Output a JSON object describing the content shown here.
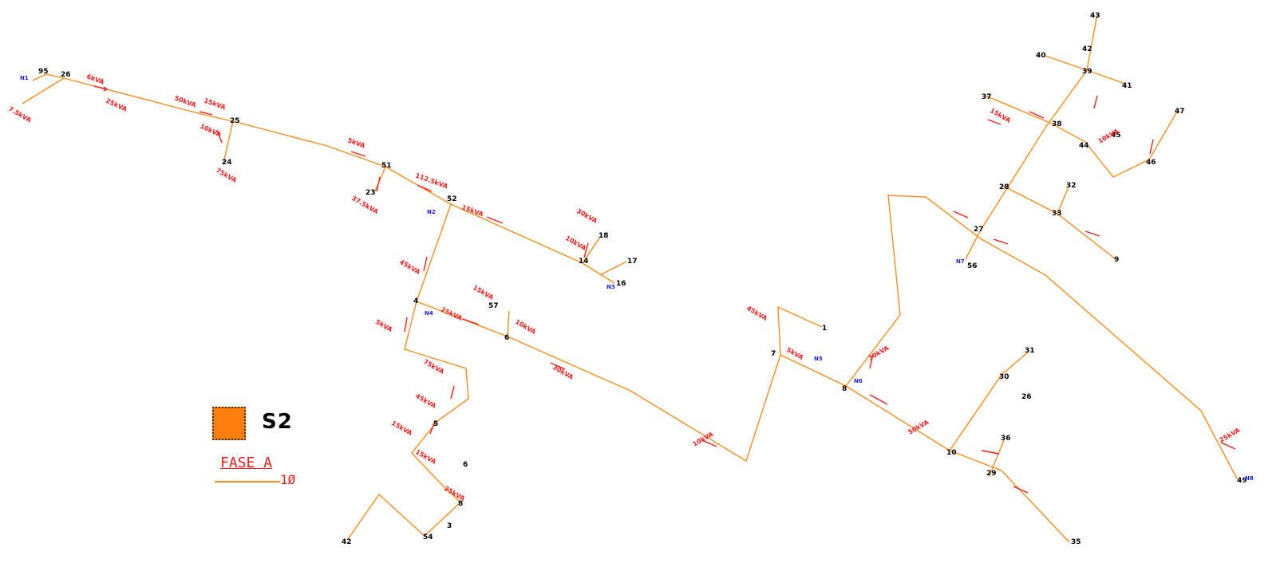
{
  "legend": {
    "symbol_label": "S2",
    "phase_label": "FASE A",
    "phase_count": "1Ø",
    "fill_color": "#ff7f0e"
  },
  "colors": {
    "line": "#ff8c1a",
    "annotation": "#ff1a1a",
    "node": "#000000",
    "tag": "#1a1aff"
  },
  "nodes": [
    {
      "id": "n-a",
      "label": "95"
    },
    {
      "id": "n-b",
      "label": "26"
    },
    {
      "id": "n-c",
      "label": "25"
    },
    {
      "id": "n-d",
      "label": "24"
    },
    {
      "id": "n-e",
      "label": "51"
    },
    {
      "id": "n-f",
      "label": "23"
    },
    {
      "id": "n-g",
      "label": "52"
    },
    {
      "id": "n-h",
      "label": "17"
    },
    {
      "id": "n-i",
      "label": "16"
    },
    {
      "id": "n-j",
      "label": "14"
    },
    {
      "id": "n-k",
      "label": "18"
    },
    {
      "id": "n-l",
      "label": "4"
    },
    {
      "id": "n-m",
      "label": "6"
    },
    {
      "id": "n-n",
      "label": "57"
    },
    {
      "id": "n-o",
      "label": "7"
    },
    {
      "id": "n-p",
      "label": "5"
    },
    {
      "id": "n-q",
      "label": "6"
    },
    {
      "id": "n-r",
      "label": "8"
    },
    {
      "id": "n-s",
      "label": "3"
    },
    {
      "id": "n-t",
      "label": "42"
    },
    {
      "id": "n-u",
      "label": "54"
    },
    {
      "id": "n-v",
      "label": "1"
    },
    {
      "id": "n-w",
      "label": "8"
    },
    {
      "id": "n-x",
      "label": "10"
    },
    {
      "id": "n-y",
      "label": "30"
    },
    {
      "id": "n-z",
      "label": "31"
    },
    {
      "id": "n-aa",
      "label": "36"
    },
    {
      "id": "n-ab",
      "label": "26"
    },
    {
      "id": "n-ac",
      "label": "29"
    },
    {
      "id": "n-ad",
      "label": "35"
    },
    {
      "id": "n-ae",
      "label": "28"
    },
    {
      "id": "n-af",
      "label": "27"
    },
    {
      "id": "n-ag",
      "label": "33"
    },
    {
      "id": "n-ah",
      "label": "32"
    },
    {
      "id": "n-ai",
      "label": "9"
    },
    {
      "id": "n-aj",
      "label": "56"
    },
    {
      "id": "n-ak",
      "label": "49"
    },
    {
      "id": "n-al",
      "label": "37"
    },
    {
      "id": "n-am",
      "label": "38"
    },
    {
      "id": "n-an",
      "label": "39"
    },
    {
      "id": "n-ao",
      "label": "41"
    },
    {
      "id": "n-ap",
      "label": "40"
    },
    {
      "id": "n-aq",
      "label": "42"
    },
    {
      "id": "n-ar",
      "label": "43"
    },
    {
      "id": "n-as",
      "label": "44"
    },
    {
      "id": "n-at",
      "label": "45"
    },
    {
      "id": "n-au",
      "label": "46"
    },
    {
      "id": "n-av",
      "label": "47"
    }
  ],
  "annotations": [
    {
      "id": "a1",
      "label": "7.5kVA"
    },
    {
      "id": "a2",
      "label": "6kVA"
    },
    {
      "id": "a3",
      "label": "25kVA"
    },
    {
      "id": "a4",
      "label": "50kVA"
    },
    {
      "id": "a5",
      "label": "15kVA"
    },
    {
      "id": "a6",
      "label": "10kVA"
    },
    {
      "id": "a7",
      "label": "75kVA"
    },
    {
      "id": "a8",
      "label": "5kVA"
    },
    {
      "id": "a9",
      "label": "37.5kVA"
    },
    {
      "id": "a10",
      "label": "112.5kVA"
    },
    {
      "id": "a11",
      "label": "15kVA"
    },
    {
      "id": "a12",
      "label": "30kVA"
    },
    {
      "id": "a13",
      "label": "10kVA"
    },
    {
      "id": "a14",
      "label": "45kVA"
    },
    {
      "id": "a15",
      "label": "5kVA"
    },
    {
      "id": "a16",
      "label": "25kVA"
    },
    {
      "id": "a17",
      "label": "15kVA"
    },
    {
      "id": "a18",
      "label": "10kVA"
    },
    {
      "id": "a19",
      "label": "30kVA"
    },
    {
      "id": "a20",
      "label": "75kVA"
    },
    {
      "id": "a21",
      "label": "45kVA"
    },
    {
      "id": "a22",
      "label": "15kVA"
    },
    {
      "id": "a23",
      "label": "15kVA"
    },
    {
      "id": "a24",
      "label": "25kVA"
    },
    {
      "id": "a25",
      "label": "10kVA"
    },
    {
      "id": "a26",
      "label": "45kVA"
    },
    {
      "id": "a27",
      "label": "5kVA"
    },
    {
      "id": "a28",
      "label": "30kVA"
    },
    {
      "id": "a29",
      "label": "50kVA"
    },
    {
      "id": "a30",
      "label": "15kVA"
    },
    {
      "id": "a31",
      "label": "10kVA"
    },
    {
      "id": "a32",
      "label": "25kVA"
    }
  ],
  "tags": [
    {
      "id": "t1",
      "label": "N1"
    },
    {
      "id": "t2",
      "label": "N2"
    },
    {
      "id": "t3",
      "label": "N3"
    },
    {
      "id": "t4",
      "label": "N4"
    },
    {
      "id": "t5",
      "label": "N5"
    },
    {
      "id": "t6",
      "label": "N6"
    },
    {
      "id": "t7",
      "label": "N7"
    },
    {
      "id": "t8",
      "label": "N8"
    }
  ]
}
